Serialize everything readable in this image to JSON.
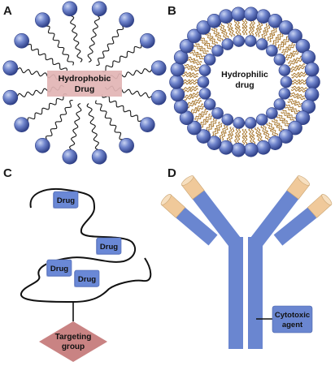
{
  "panels": {
    "a": {
      "letter": "A",
      "label_line1": "Hydrophobic",
      "label_line2": "Drug",
      "tail_count": 16
    },
    "b": {
      "letter": "B",
      "label_line1": "Hydrophilic",
      "label_line2": "drug",
      "outer_head_count": 34,
      "inner_head_count": 22
    },
    "c": {
      "letter": "C",
      "drug_label": "Drug",
      "drug_count": 4,
      "target_line1": "Targeting",
      "target_line2": "group"
    },
    "d": {
      "letter": "D",
      "agent_line1": "Cytotoxic",
      "agent_line2": "agent"
    }
  },
  "colors": {
    "sphere_light": "#c9d4f2",
    "sphere_mid": "#6f84cc",
    "sphere_dark": "#2e3f86",
    "drug_box_a": "#e2b4b4",
    "drug_box_c": "#6a88d6",
    "diamond": "#c98383",
    "antibody_blue": "#6a86d0",
    "antibody_tan": "#f0c99a",
    "tail": "#1a1a1a",
    "bilayer_tail": "#a8772e"
  }
}
